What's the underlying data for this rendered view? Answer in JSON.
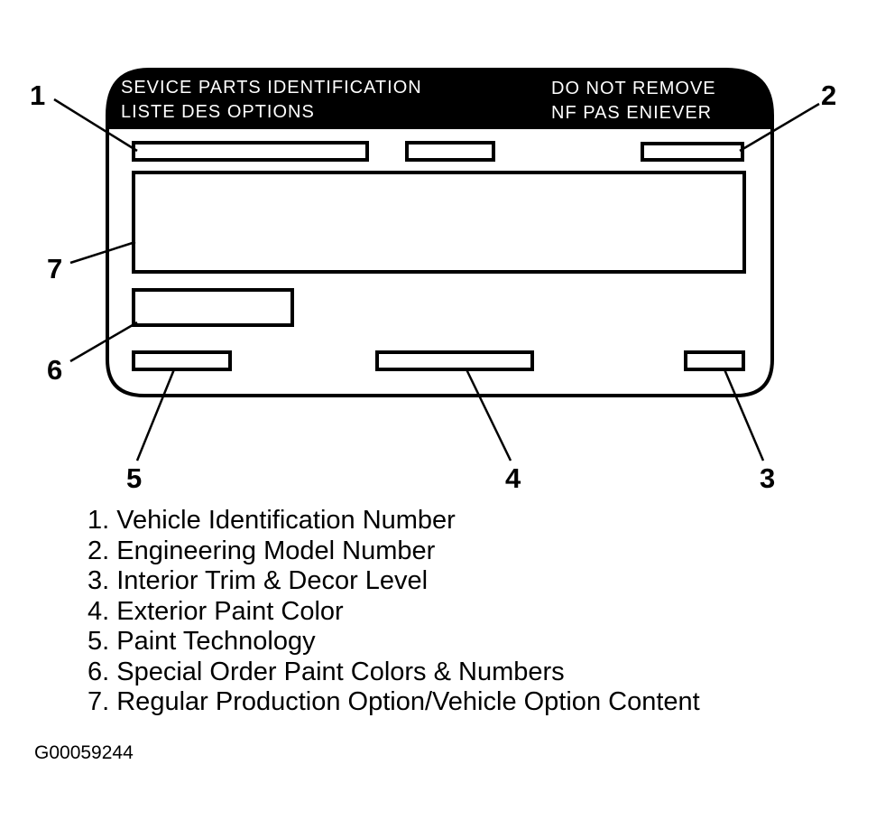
{
  "label": {
    "header": {
      "left_line1": "SEVICE PARTS IDENTIFICATION",
      "left_line2": "LISTE DES OPTIONS",
      "right_line1": "DO NOT REMOVE",
      "right_line2": "NF PAS ENIEVER"
    }
  },
  "callouts": [
    "1",
    "2",
    "3",
    "4",
    "5",
    "6",
    "7"
  ],
  "legend": [
    "1. Vehicle Identification Number",
    "2. Engineering Model Number",
    "3. Interior Trim & Decor Level",
    "4. Exterior Paint Color",
    "5. Paint Technology",
    "6. Special Order Paint Colors & Numbers",
    "7. Regular Production Option/Vehicle Option Content"
  ],
  "figure_id": "G00059244",
  "colors": {
    "ink": "#000000",
    "paper": "#ffffff"
  }
}
